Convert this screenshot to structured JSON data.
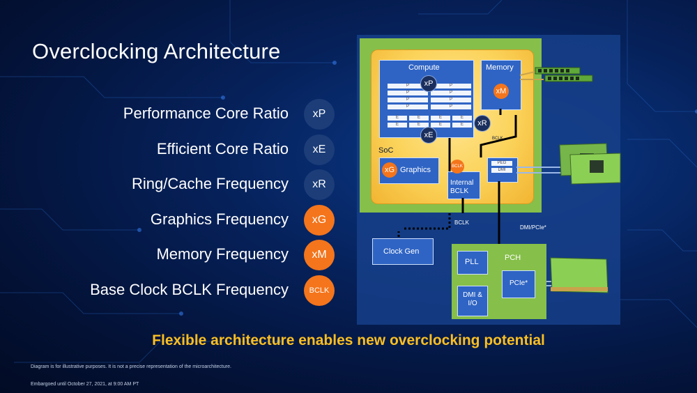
{
  "title": "Overclocking Architecture",
  "legend": [
    {
      "label": "Performance Core Ratio",
      "badge": "xP",
      "color": "blue"
    },
    {
      "label": "Efficient Core Ratio",
      "badge": "xE",
      "color": "blue"
    },
    {
      "label": "Ring/Cache Frequency",
      "badge": "xR",
      "color": "blue"
    },
    {
      "label": "Graphics Frequency",
      "badge": "xG",
      "color": "orange"
    },
    {
      "label": "Memory Frequency",
      "badge": "xM",
      "color": "orange"
    },
    {
      "label": "Base Clock BCLK Frequency",
      "badge": "BCLK",
      "color": "orange"
    }
  ],
  "colors": {
    "accent_orange": "#f4751c",
    "badge_blue": "#1c3d78",
    "tagline_yellow": "#fbbf22",
    "soc_green": "#86bf4a",
    "block_blue": "#2f64c4"
  },
  "diagram": {
    "compute": "Compute",
    "memory": "Memory",
    "soc": "SoC",
    "graphics": "Graphics",
    "internal_bclk": "Internal BCLK",
    "peg": "PEG",
    "dmi": "DMI",
    "bclk_small": "BCLK",
    "bclk_line": "BCLK",
    "dmi_pcie": "DMI/PCIe*",
    "clock_gen": "Clock Gen",
    "pll": "PLL",
    "pch": "PCH",
    "pcie": "PCIe*",
    "dmi_io": "DMI & I/O",
    "p_label": "P",
    "e_label": "E",
    "badge_xp": "xP",
    "badge_xe": "xE",
    "badge_xr": "xR",
    "badge_xg": "xG",
    "badge_xm": "xM",
    "badge_bclk": "BCLK"
  },
  "tagline": "Flexible architecture enables new overclocking potential",
  "footnote": "Diagram is for illustrative purposes. It is not a precise representation of the microarchitecture.",
  "embargo": "Embargoed until October 27, 2021, at 9:00 AM PT"
}
